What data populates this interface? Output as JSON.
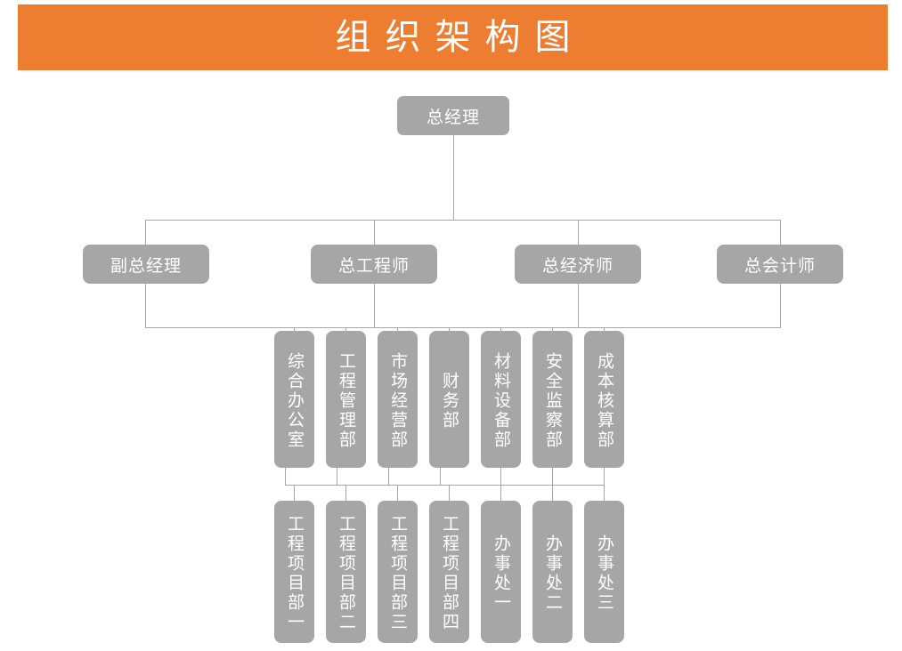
{
  "title": {
    "text": "组织架构图",
    "background_color": "#ed7d31",
    "text_color": "#ffffff"
  },
  "theme": {
    "node_color": "#a6a6a6",
    "node_text_color": "#ffffff",
    "line_color": "#a6a6a6",
    "page_background": "#ffffff"
  },
  "chart_data": {
    "type": "diagram",
    "title": "组织架构图",
    "levels": [
      {
        "level": 1,
        "nodes": [
          {
            "label": "总经理",
            "orientation": "horizontal"
          }
        ]
      },
      {
        "level": 2,
        "nodes": [
          {
            "label": "副总经理",
            "orientation": "horizontal"
          },
          {
            "label": "总工程师",
            "orientation": "horizontal"
          },
          {
            "label": "总经济师",
            "orientation": "horizontal"
          },
          {
            "label": "总会计师",
            "orientation": "horizontal"
          }
        ]
      },
      {
        "level": 3,
        "nodes": [
          {
            "label": "综合办公室",
            "orientation": "vertical"
          },
          {
            "label": "工程管理部",
            "orientation": "vertical"
          },
          {
            "label": "市场经营部",
            "orientation": "vertical"
          },
          {
            "label": "财务部",
            "orientation": "vertical"
          },
          {
            "label": "材料设备部",
            "orientation": "vertical"
          },
          {
            "label": "安全监察部",
            "orientation": "vertical"
          },
          {
            "label": "成本核算部",
            "orientation": "vertical"
          }
        ]
      },
      {
        "level": 4,
        "nodes": [
          {
            "label": "工程项目部一",
            "orientation": "vertical"
          },
          {
            "label": "工程项目部二",
            "orientation": "vertical"
          },
          {
            "label": "工程项目部三",
            "orientation": "vertical"
          },
          {
            "label": "工程项目部四",
            "orientation": "vertical"
          },
          {
            "label": "办事处一",
            "orientation": "vertical"
          },
          {
            "label": "办事处二",
            "orientation": "vertical"
          },
          {
            "label": "办事处三",
            "orientation": "vertical"
          }
        ]
      }
    ]
  },
  "nodes": {
    "root": {
      "label": "总经理"
    },
    "level2": [
      {
        "label": "副总经理"
      },
      {
        "label": "总工程师"
      },
      {
        "label": "总经济师"
      },
      {
        "label": "总会计师"
      }
    ],
    "level3": [
      {
        "label": "综合办公室"
      },
      {
        "label": "工程管理部"
      },
      {
        "label": "市场经营部"
      },
      {
        "label": "财务部"
      },
      {
        "label": "材料设备部"
      },
      {
        "label": "安全监察部"
      },
      {
        "label": "成本核算部"
      }
    ],
    "level4": [
      {
        "label": "工程项目部一"
      },
      {
        "label": "工程项目部二"
      },
      {
        "label": "工程项目部三"
      },
      {
        "label": "工程项目部四"
      },
      {
        "label": "办事处一"
      },
      {
        "label": "办事处二"
      },
      {
        "label": "办事处三"
      }
    ]
  }
}
